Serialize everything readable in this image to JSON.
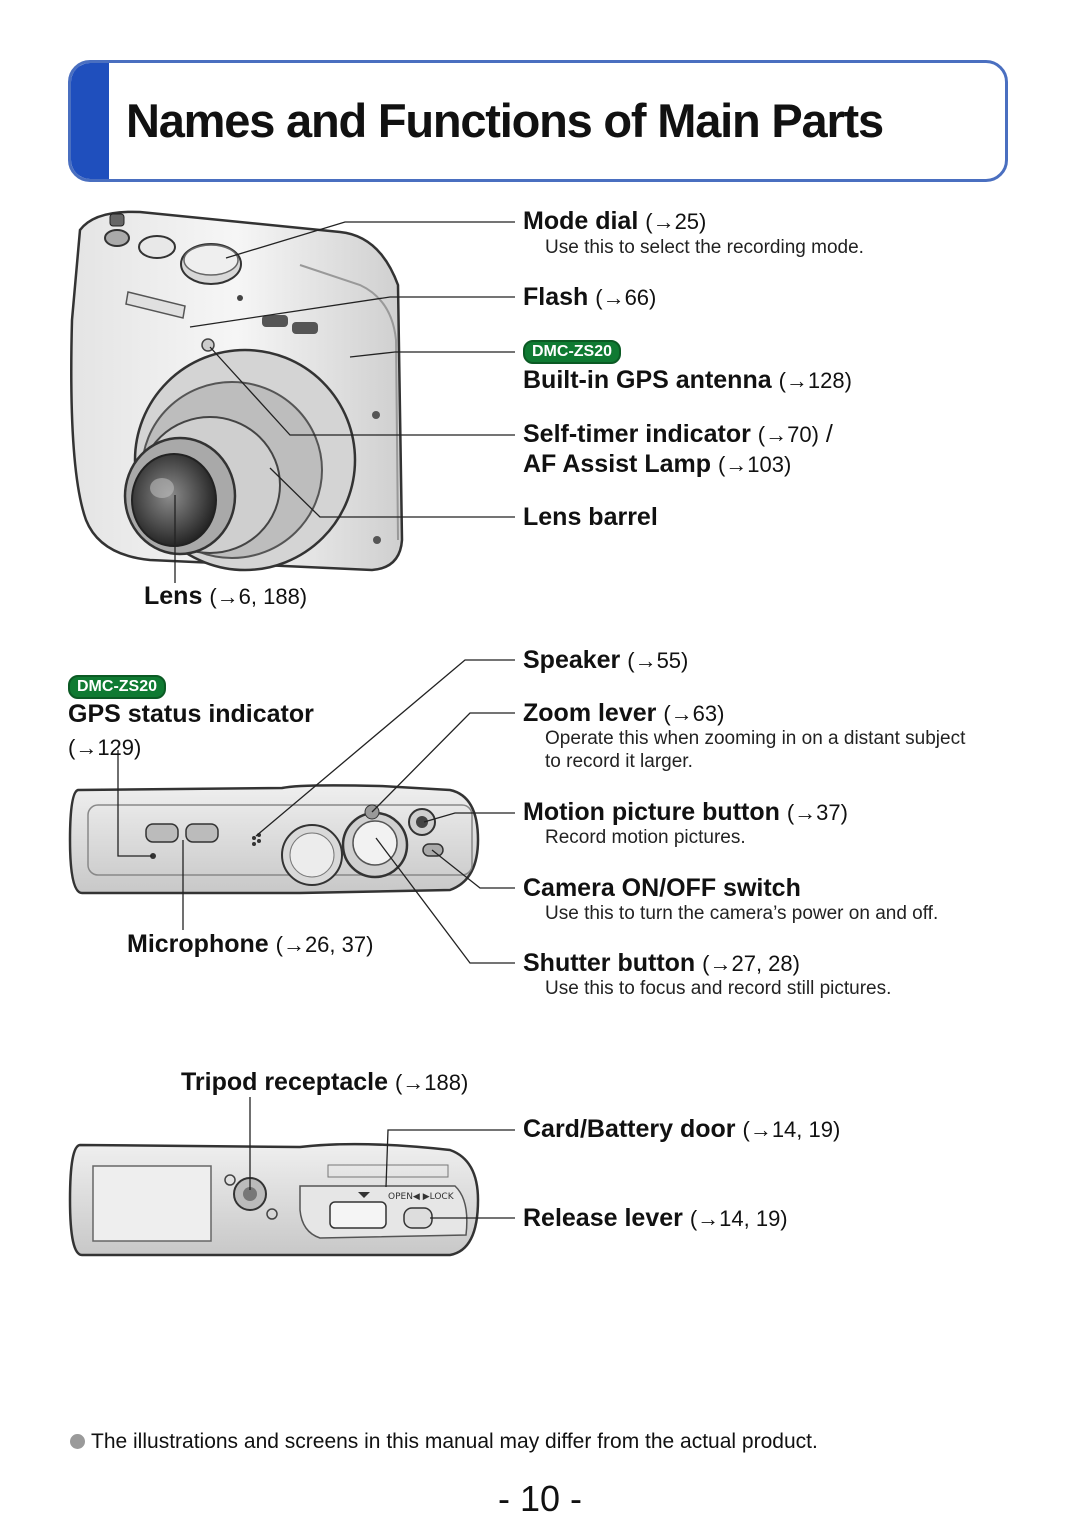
{
  "title": "Names and Functions of Main Parts",
  "badge_label": "DMC-ZS20",
  "front": {
    "mode_dial": {
      "name": "Mode dial",
      "ref": "(→25)",
      "desc": "Use this to select the recording mode."
    },
    "flash": {
      "name": "Flash",
      "ref": "(→66)"
    },
    "gps_antenna": {
      "name": "Built-in GPS antenna",
      "ref": "(→128)"
    },
    "self_timer": {
      "name": "Self-timer indicator",
      "ref": "(→70)",
      "sep": "/"
    },
    "af_assist": {
      "name": "AF Assist Lamp",
      "ref": "(→103)"
    },
    "lens_barrel": {
      "name": "Lens barrel"
    },
    "lens": {
      "name": "Lens",
      "ref": "(→6, 188)"
    }
  },
  "top": {
    "gps_status": {
      "name": "GPS status indicator",
      "ref": "(→129)"
    },
    "speaker": {
      "name": "Speaker",
      "ref": "(→55)"
    },
    "zoom_lever": {
      "name": "Zoom lever",
      "ref": "(→63)",
      "desc1": "Operate this when zooming in on a distant subject",
      "desc2": "to record it larger."
    },
    "motion_button": {
      "name": "Motion picture button",
      "ref": "(→37)",
      "desc": "Record motion pictures."
    },
    "onoff_switch": {
      "name": "Camera ON/OFF switch",
      "desc": "Use this to turn the camera’s power on and off."
    },
    "microphone": {
      "name": "Microphone",
      "ref": "(→26, 37)"
    },
    "shutter": {
      "name": "Shutter button",
      "ref": "(→27, 28)",
      "desc": "Use this to focus and record still pictures."
    }
  },
  "bottom": {
    "tripod": {
      "name": "Tripod receptacle",
      "ref": "(→188)"
    },
    "card_door": {
      "name": "Card/Battery door",
      "ref": "(→14, 19)"
    },
    "release_lever": {
      "name": "Release lever",
      "ref": "(→14, 19)"
    },
    "open_lock": "OPEN◀ ▶LOCK"
  },
  "footnote": "The illustrations and screens in this manual may differ from the actual product.",
  "page_number": "- 10 -"
}
